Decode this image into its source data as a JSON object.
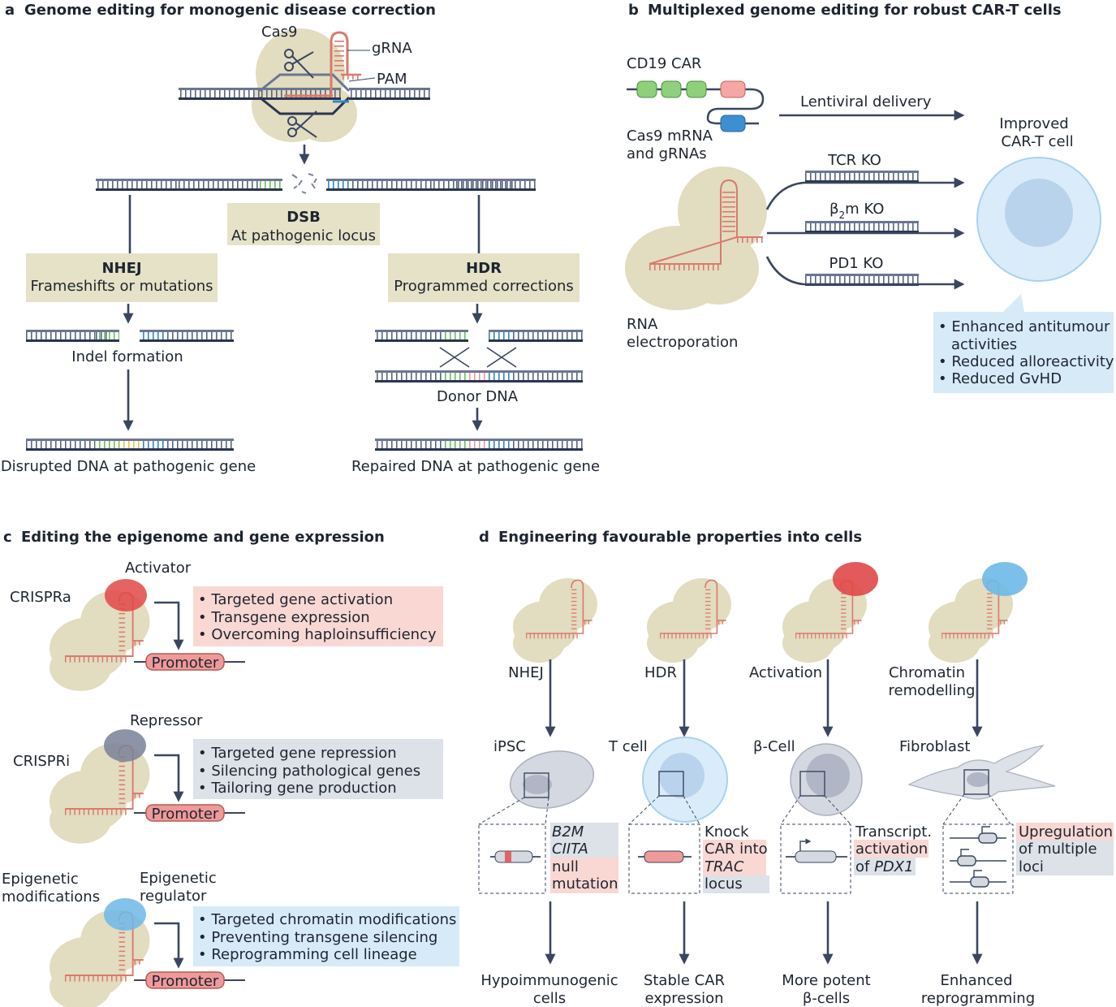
{
  "panels": {
    "a": {
      "letter": "a",
      "title": "Genome editing for monogenic disease correction",
      "cas9": "Cas9",
      "grna": "gRNA",
      "pam": "PAM",
      "dsb_title": "DSB",
      "dsb_sub": "At pathogenic locus",
      "nhej_title": "NHEJ",
      "nhej_sub": "Frameshifts or mutations",
      "hdr_title": "HDR",
      "hdr_sub": "Programmed corrections",
      "indel": "Indel formation",
      "donor": "Donor DNA",
      "disrupted": "Disrupted DNA at pathogenic gene",
      "repaired": "Repaired DNA at pathogenic gene"
    },
    "b": {
      "letter": "b",
      "title": "Multiplexed genome editing for robust CAR-T cells",
      "cd19": "CD19 CAR",
      "cas9_mrna_1": "Cas9 mRNA",
      "cas9_mrna_2": "and gRNAs",
      "lentiviral": "Lentiviral delivery",
      "improved_1": "Improved",
      "improved_2": "CAR-T cell",
      "tcr": "TCR KO",
      "b2m_pre": "β",
      "b2m_sub": "2",
      "b2m_post": "m KO",
      "pd1": "PD1 KO",
      "rna_1": "RNA",
      "rna_2": "electroporation",
      "benefits": [
        "• Enhanced antitumour",
        "activities",
        "• Reduced alloreactivity",
        "• Reduced GvHD"
      ]
    },
    "c": {
      "letter": "c",
      "title": "Editing the epigenome and gene expression",
      "promoter": "Promoter",
      "rows": [
        {
          "name": "CRISPRa",
          "effector": "Activator",
          "bullets": [
            "• Targeted gene activation",
            "• Transgene expression",
            "• Overcoming haploinsufficiency"
          ]
        },
        {
          "name": "CRISPRi",
          "effector": "Repressor",
          "bullets": [
            "• Targeted gene repression",
            "• Silencing pathological genes",
            "• Tailoring gene production"
          ]
        },
        {
          "name_1": "Epigenetic",
          "name_2": "modifications",
          "effector_1": "Epigenetic",
          "effector_2": "regulator",
          "bullets": [
            "• Targeted chromatin modifications",
            "• Preventing transgene silencing",
            "• Reprogramming cell lineage"
          ]
        }
      ]
    },
    "d": {
      "letter": "d",
      "title": "Engineering favourable properties into cells",
      "columns": [
        {
          "mode": "NHEJ",
          "cell": "iPSC",
          "box": [
            "B2M",
            "CIITA",
            "null",
            "mutation"
          ],
          "outcome": [
            "Hypoimmunogenic",
            "cells"
          ]
        },
        {
          "mode": "HDR",
          "cell": "T cell",
          "box": [
            "Knock",
            "CAR into",
            "TRAC",
            "locus"
          ],
          "outcome": [
            "Stable CAR",
            "expression"
          ]
        },
        {
          "mode": "Activation",
          "cell": "β-Cell",
          "box": [
            "Transcript.",
            "activation",
            "of ",
            "PDX1"
          ],
          "outcome": [
            "More potent",
            "β-cells"
          ]
        },
        {
          "mode_1": "Chromatin",
          "mode_2": "remodelling",
          "cell": "Fibroblast",
          "box": [
            "Upregulation",
            "of multiple",
            "loci"
          ],
          "outcome": [
            "Enhanced",
            "reprogramming"
          ]
        }
      ]
    }
  },
  "colors": {
    "cas9": "#e2dcc0",
    "rna": "#d97a6e",
    "dna_top": "#6b7690",
    "dna_bottom": "#2b3550",
    "green": "#6cbf5a",
    "blue": "#2f87c4",
    "yellow": "#e8c54a",
    "pink": "#ef9a9a",
    "box_beige": "#e6e2c7",
    "box_pink": "#f9d8d4",
    "box_grey": "#dde1e8",
    "box_blue": "#d7eaf7",
    "activator": "#e04848",
    "repressor": "#7a8198",
    "regulator": "#6db9e8",
    "arrow": "#3a4660"
  }
}
